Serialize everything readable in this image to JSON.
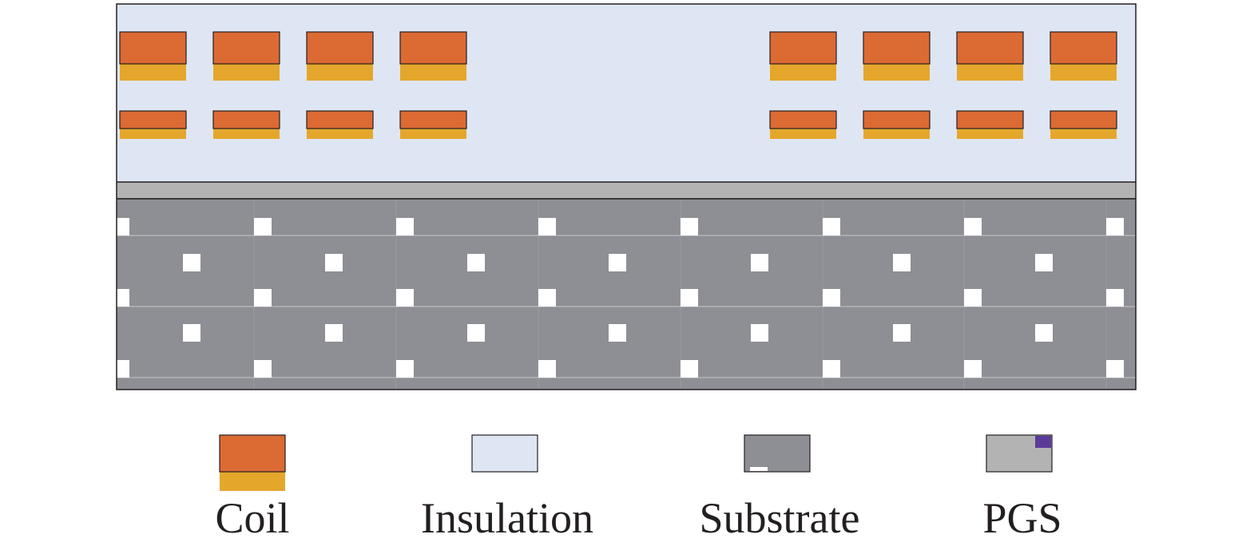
{
  "colors": {
    "coil_copper": "#dc6a33",
    "coil_base": "#e4a72c",
    "insulation": "#dfe6f3",
    "pgs": "#b4b3b4",
    "substrate": "#8e8f94",
    "substrate_gridline": "#b3b3b8",
    "via": "#ffffff",
    "pgs_marker": "#5b3b98",
    "outline": "#231f20"
  },
  "structure": {
    "layers": [
      "Insulation",
      "PGS",
      "Substrate"
    ],
    "coil_rows": [
      {
        "name": "upper-coil-row",
        "conductor_count_left": 4,
        "conductor_count_right": 4
      },
      {
        "name": "lower-coil-row",
        "conductor_count_left": 4,
        "conductor_count_right": 4
      }
    ]
  },
  "legend": {
    "items": [
      {
        "id": "coil",
        "label": "Coil"
      },
      {
        "id": "insulation",
        "label": "Insulation"
      },
      {
        "id": "substrate",
        "label": "Substrate"
      },
      {
        "id": "pgs",
        "label": "PGS"
      }
    ]
  }
}
